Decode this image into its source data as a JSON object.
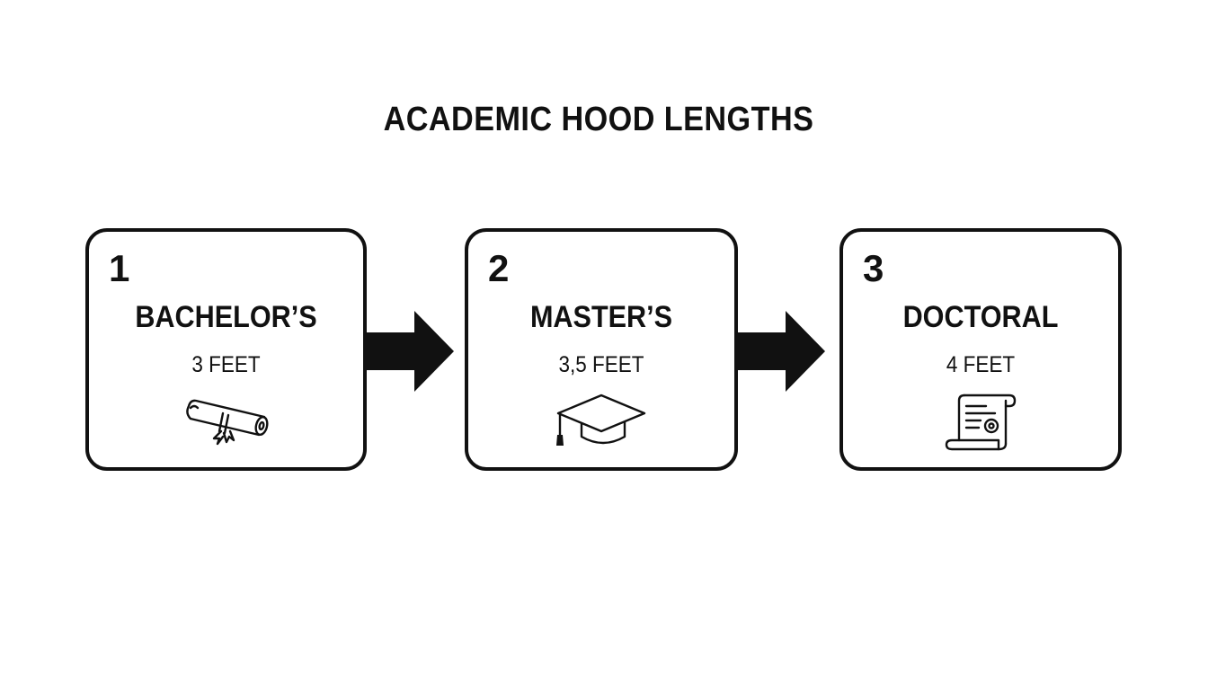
{
  "title": "ACADEMIC HOOD LENGTHS",
  "steps": [
    {
      "number": "1",
      "degree": "BACHELOR’S",
      "length": "3 FEET",
      "icon": "diploma-scroll-icon"
    },
    {
      "number": "2",
      "degree": "MASTER’S",
      "length": "3,5 FEET",
      "icon": "graduation-cap-icon"
    },
    {
      "number": "3",
      "degree": "DOCTORAL",
      "length": "4 FEET",
      "icon": "certificate-scroll-icon"
    }
  ],
  "colors": {
    "stroke": "#111111",
    "background": "#ffffff"
  }
}
